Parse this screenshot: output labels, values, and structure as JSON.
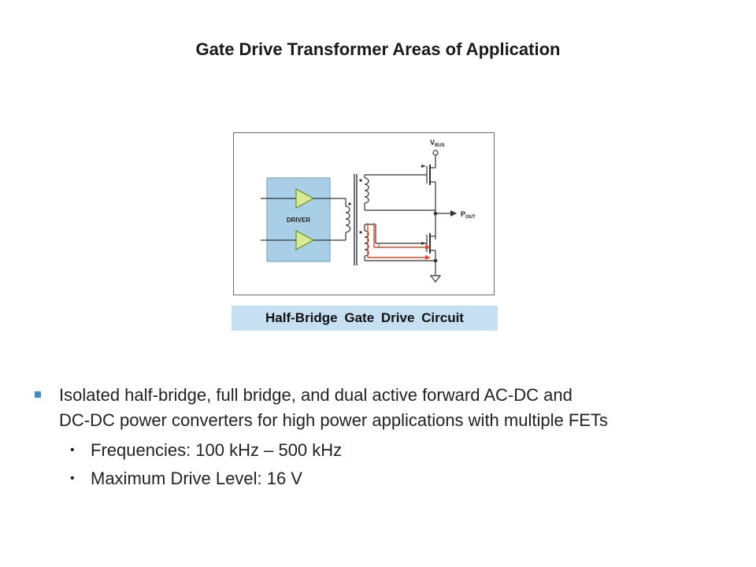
{
  "slide": {
    "title": "Gate Drive Transformer Areas of Application"
  },
  "figure": {
    "driver_label": "DRIVER",
    "vbus_main": "V",
    "vbus_sub": "BUS",
    "pout_main": "P",
    "pout_sub": "OUT",
    "current_label": "i",
    "caption": "Half-Bridge  Gate Drive Circuit",
    "colors": {
      "driver_fill": "#a9cfe7",
      "buffer_fill": "#d8eb93",
      "current_path": "#e04a2a",
      "caption_bg": "#c6e0f2",
      "wire": "#333333"
    }
  },
  "bullets": [
    {
      "text_line1": "Isolated half-bridge, full bridge, and dual active forward AC-DC and",
      "text_line2": "DC-DC power converters for high power applications with multiple FETs",
      "sub": [
        {
          "text": "Frequencies: 100 kHz – 500 kHz"
        },
        {
          "text": "Maximum Drive Level: 16 V"
        }
      ]
    }
  ]
}
